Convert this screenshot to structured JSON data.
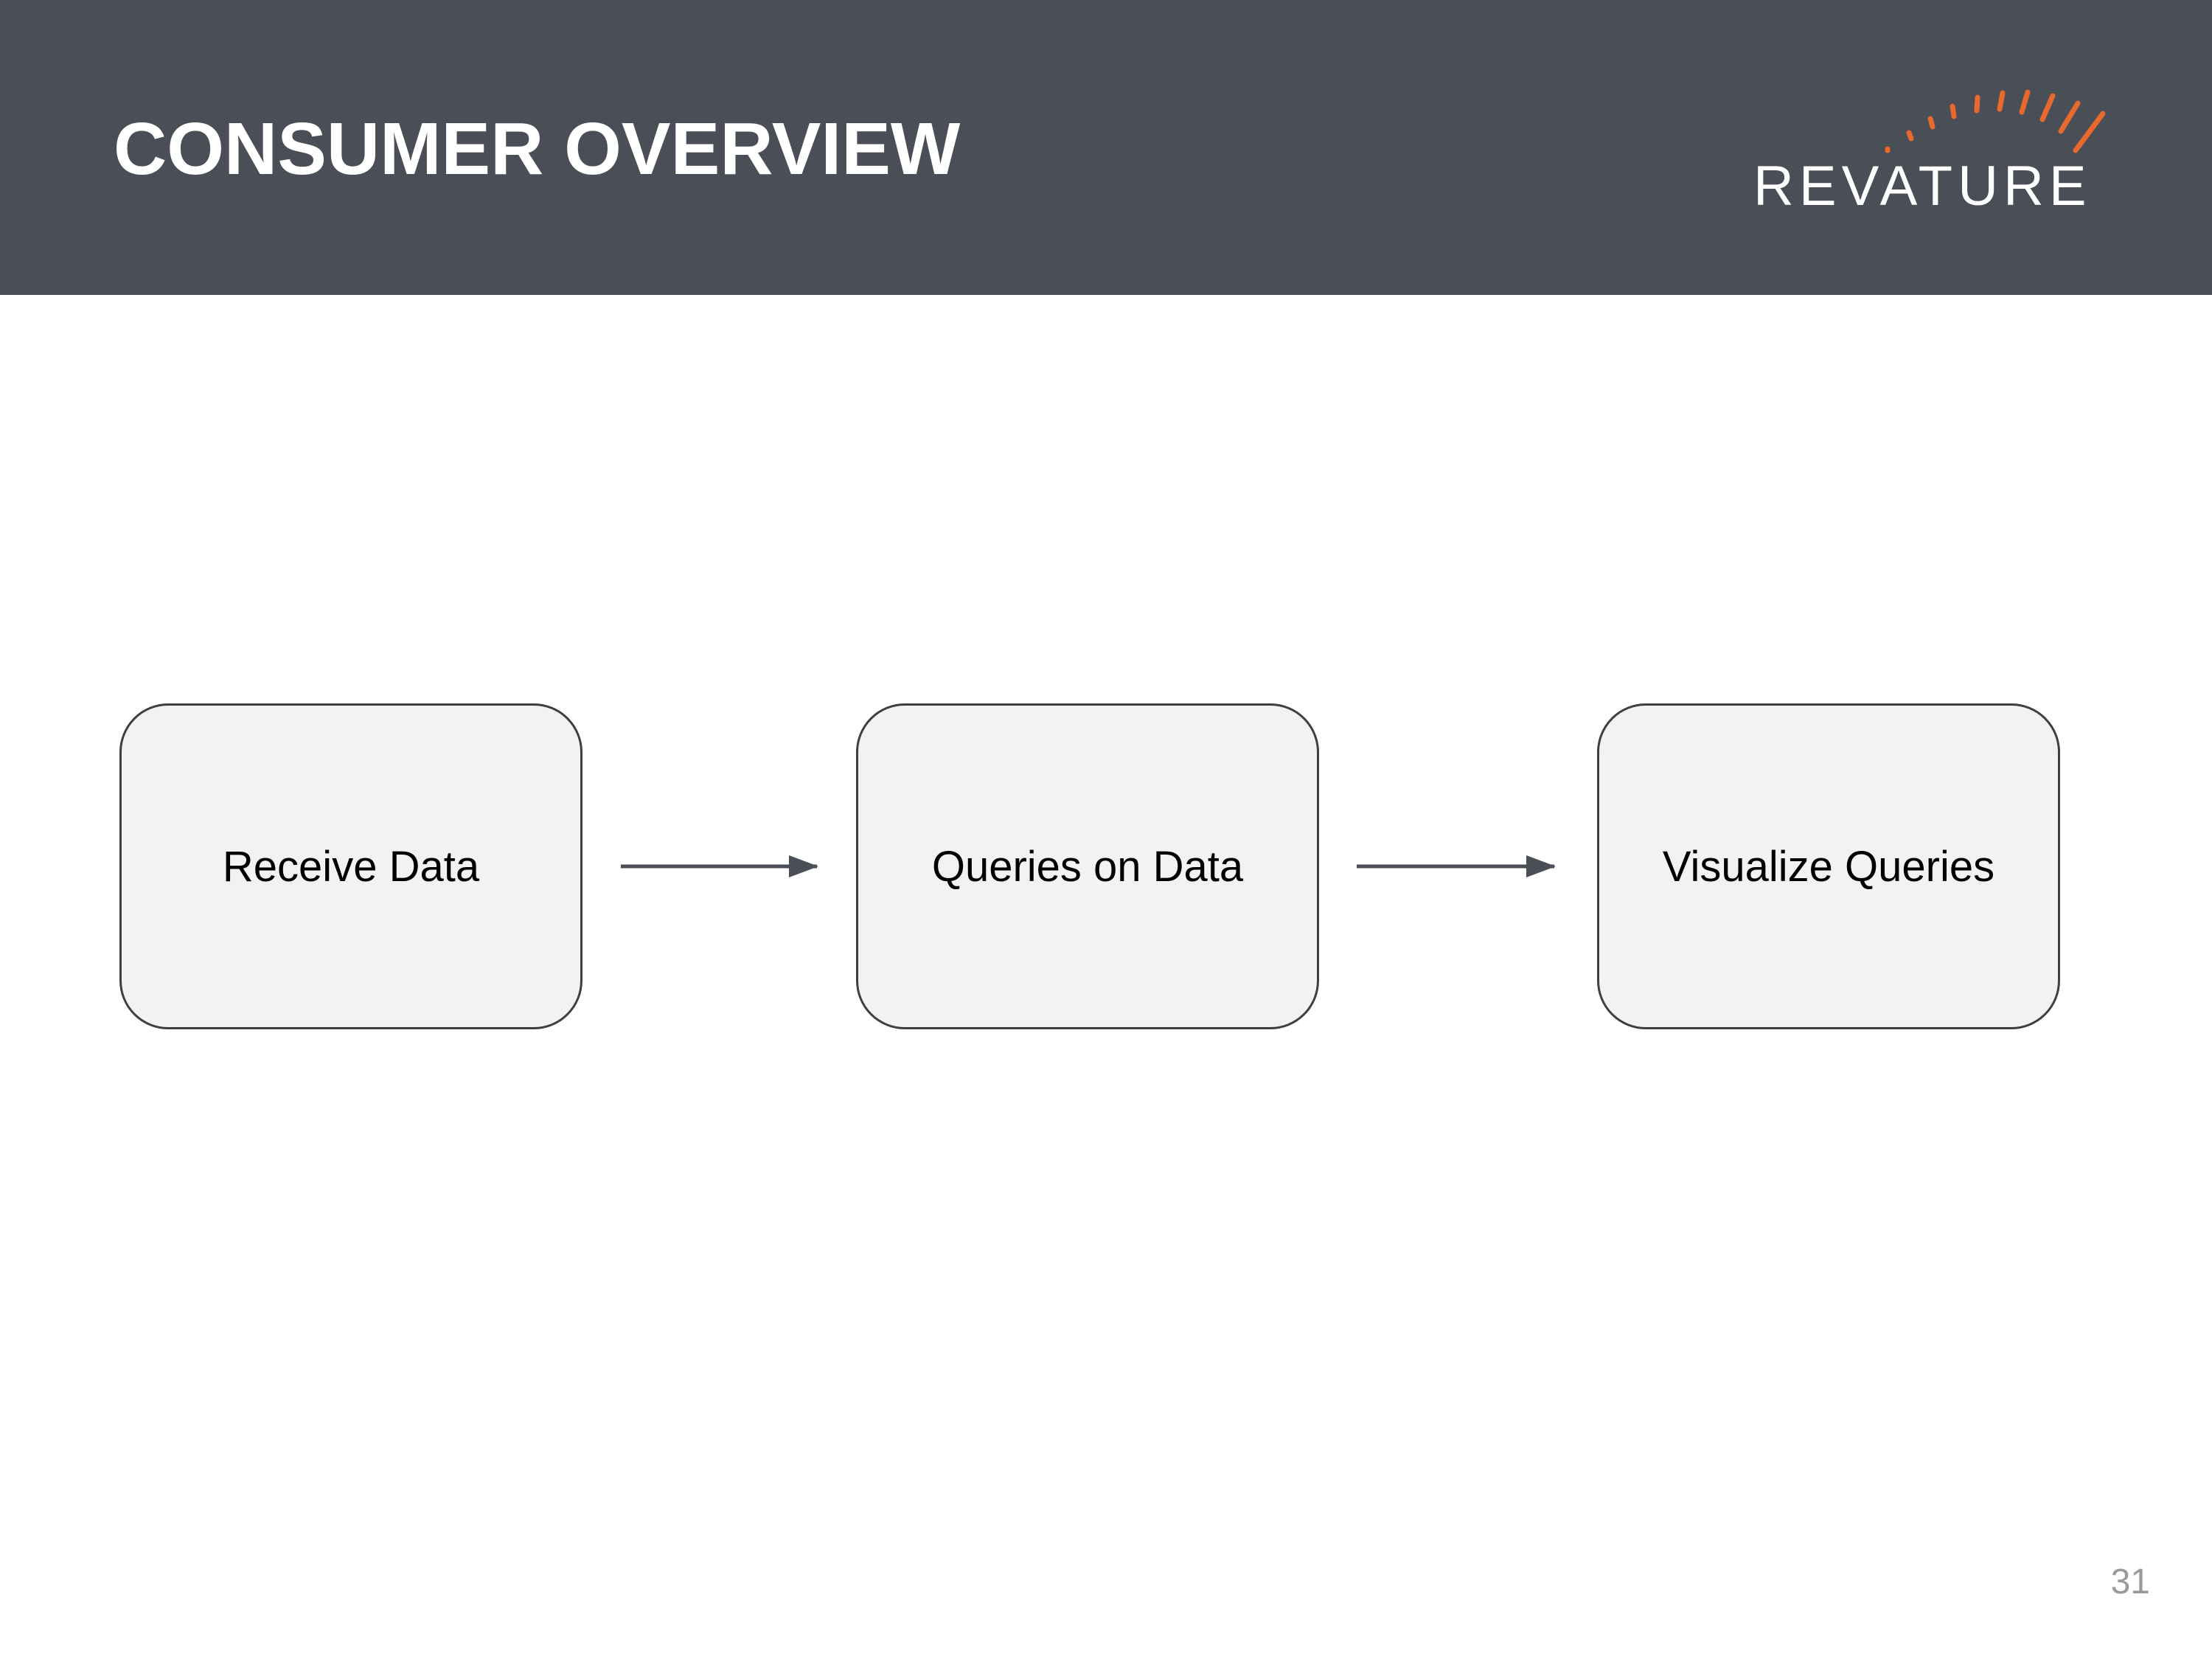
{
  "slide": {
    "title": "CONSUMER OVERVIEW",
    "page_number": "31"
  },
  "logo": {
    "text": "REVATURE",
    "accent_color": "#e8692e"
  },
  "diagram": {
    "nodes": [
      {
        "label": "Receive Data"
      },
      {
        "label": "Queries on Data"
      },
      {
        "label": "Visualize Queries"
      }
    ],
    "connections": [
      {
        "from": "Receive Data",
        "to": "Queries on Data"
      },
      {
        "from": "Queries on Data",
        "to": "Visualize Queries"
      }
    ]
  },
  "colors": {
    "header_bg": "#4a4e56",
    "node_fill": "#f2f2f2",
    "node_border": "#3c3f44",
    "arrow": "#4a4e56"
  }
}
